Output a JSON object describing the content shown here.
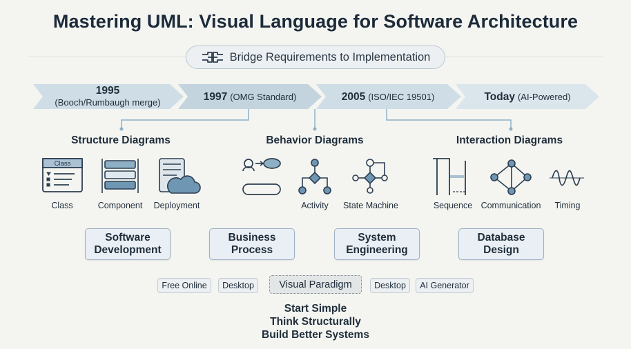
{
  "title": "Mastering UML: Visual Language for Software Architecture",
  "subtitle": "Bridge Requirements to Implementation",
  "timeline": [
    {
      "year": "1995",
      "note": "(Booch/Rumbaugh merge)"
    },
    {
      "year": "1997",
      "note": "(OMG Standard)"
    },
    {
      "year": "2005",
      "note": "(ISO/IEC 19501)"
    },
    {
      "year": "Today",
      "note": "(AI-Powered)"
    }
  ],
  "categories": {
    "structure": {
      "title": "Structure Diagrams",
      "items": [
        {
          "label": "Class",
          "icon": "class-diagram-icon",
          "icon_text": "Class"
        },
        {
          "label": "Component",
          "icon": "component-diagram-icon"
        },
        {
          "label": "Deployment",
          "icon": "deployment-diagram-icon"
        }
      ]
    },
    "behavior": {
      "title": "Behavior Diagrams",
      "items": [
        {
          "label": "",
          "icon": "use-case-diagram-icon"
        },
        {
          "label": "Activity",
          "icon": "activity-diagram-icon"
        },
        {
          "label": "State Machine",
          "icon": "state-machine-diagram-icon"
        }
      ]
    },
    "interaction": {
      "title": "Interaction Diagrams",
      "items": [
        {
          "label": "Sequence",
          "icon": "sequence-diagram-icon"
        },
        {
          "label": "Communication",
          "icon": "communication-diagram-icon"
        },
        {
          "label": "Timing",
          "icon": "timing-diagram-icon"
        }
      ]
    }
  },
  "domains": [
    {
      "line1": "Software",
      "line2": "Development"
    },
    {
      "line1": "Business",
      "line2": "Process"
    },
    {
      "line1": "System",
      "line2": "Engineering"
    },
    {
      "line1": "Database",
      "line2": "Design"
    }
  ],
  "tools": [
    "Free Online",
    "Desktop",
    "Visual Paradigm",
    "Desktop",
    "AI Generator"
  ],
  "closing": [
    "Start Simple",
    "Think Structurally",
    "Build Better Systems"
  ],
  "colors": {
    "background": "#f4f5f1",
    "chevron_fill": "#cfdde6",
    "connector": "#8eb0c6",
    "icon_stroke": "#2c3e50",
    "icon_fill": "#7fa2ba"
  }
}
